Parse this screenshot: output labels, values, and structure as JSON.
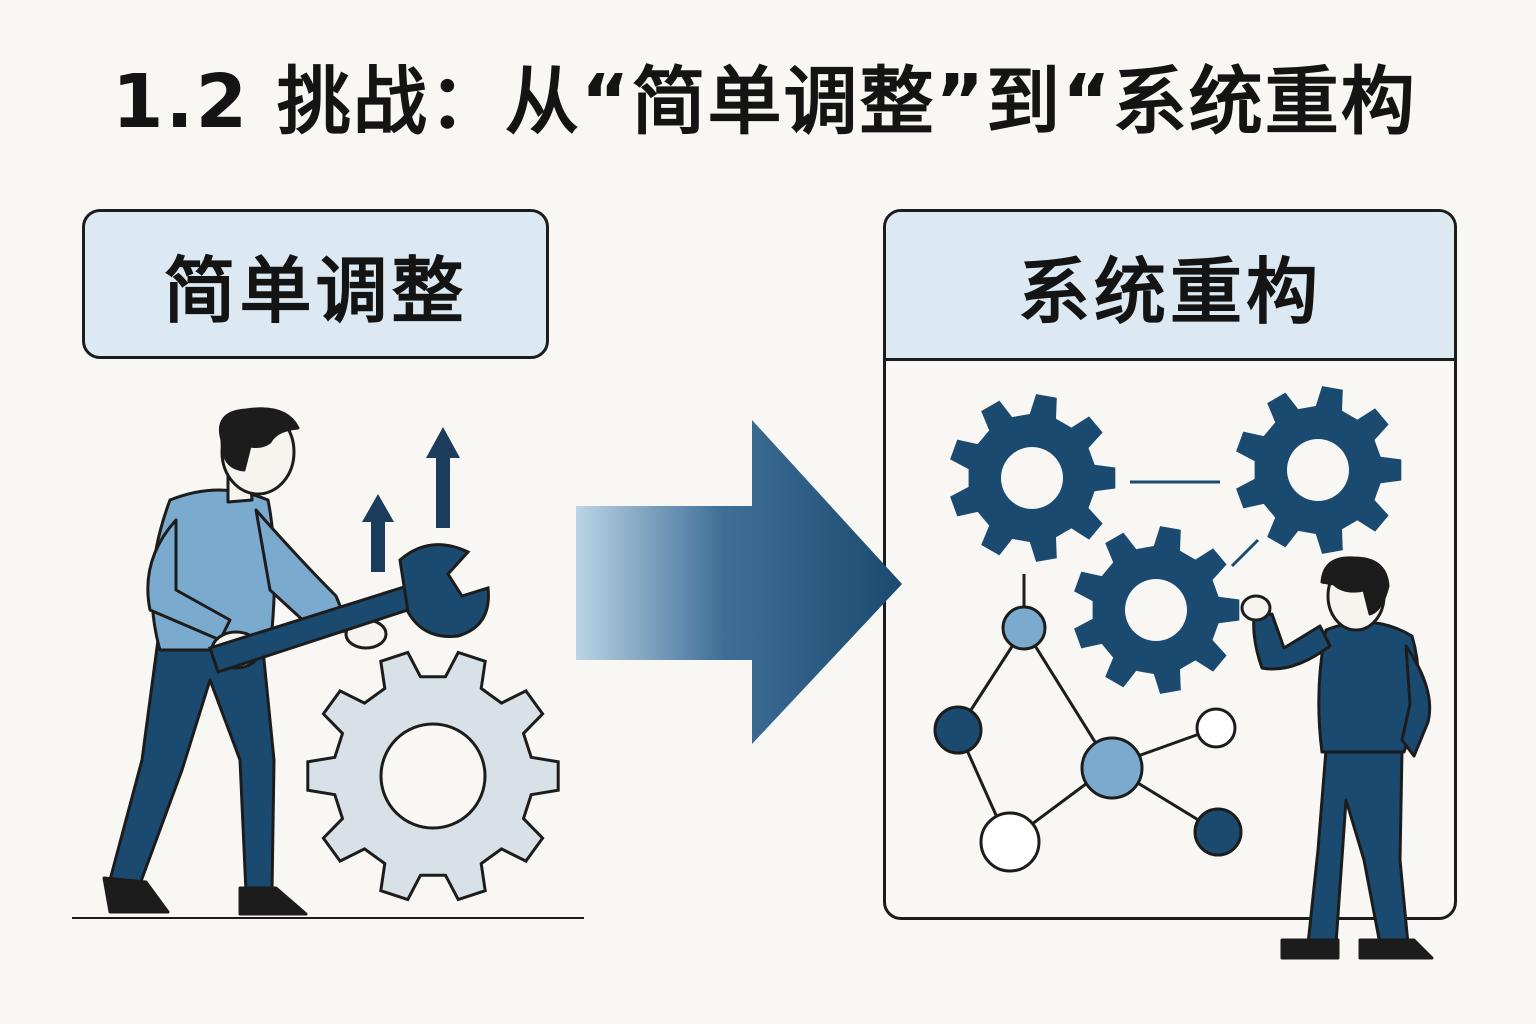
{
  "title": "1.2 挑战：从“简单调整”到“系统重构",
  "left_panel": {
    "label": "简单调整"
  },
  "right_panel": {
    "label": "系统重构"
  },
  "colors": {
    "navy": "#1b4a70",
    "light_blue": "#7aabcf",
    "pale_box": "#dde9f2",
    "gear_gray": "#d9e1e8",
    "background": "#f8f7f3"
  },
  "icons": [
    "wrench-icon",
    "gear-icon",
    "up-arrow-icon",
    "right-arrow-icon",
    "network-graph-icon",
    "person-icon"
  ]
}
